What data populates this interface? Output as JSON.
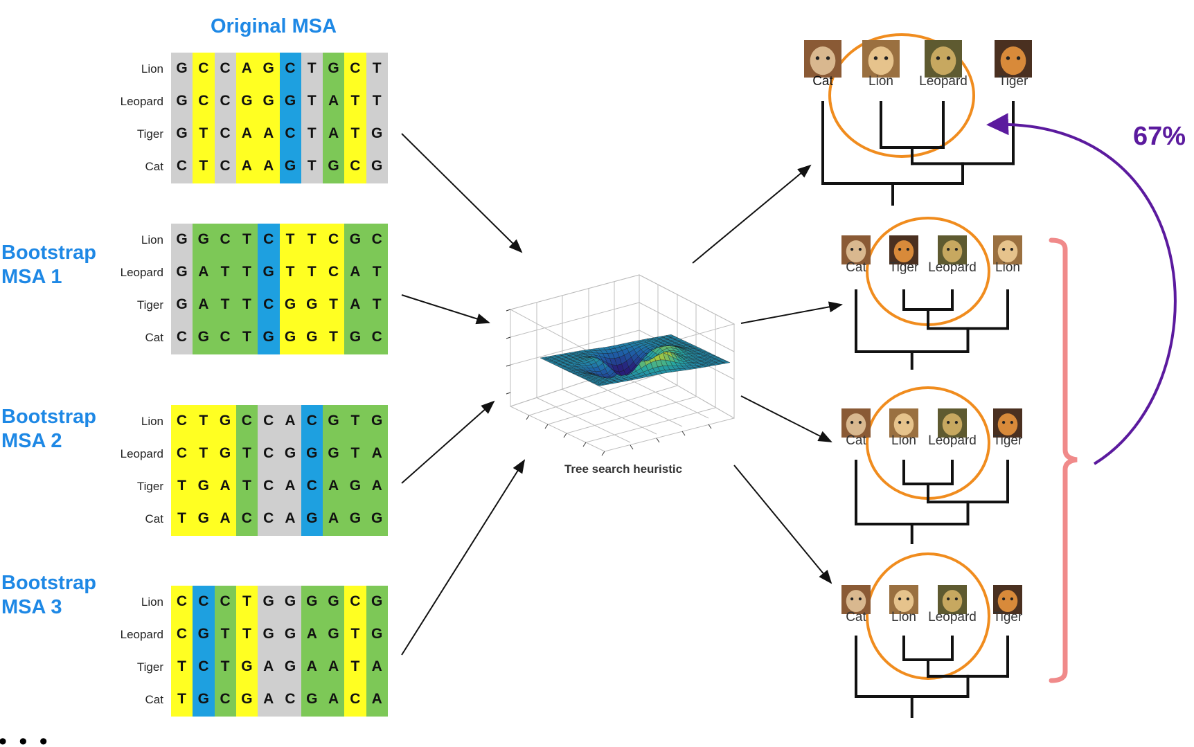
{
  "original_msa_title": "Original MSA",
  "bootstrap_labels": [
    {
      "line1": "Bootstrap",
      "line2": "MSA 1"
    },
    {
      "line1": "Bootstrap",
      "line2": "MSA 2"
    },
    {
      "line1": "Bootstrap",
      "line2": "MSA 3"
    }
  ],
  "colors": {
    "A": "#7dc857",
    "C": "#ffff22",
    "G": "#cfcfcf",
    "T": "#1ea0e0",
    "accent": "#1e88e5",
    "circle": "#f08c1e",
    "brace": "#f08a8a",
    "support_arrow": "#5b1a9e"
  },
  "msa_blocks": [
    {
      "rows": [
        {
          "name": "Lion",
          "seq": "GCCAGCTGCT"
        },
        {
          "name": "Leopard",
          "seq": "GCCGGGTATT"
        },
        {
          "name": "Tiger",
          "seq": "GTCAACTATG"
        },
        {
          "name": "Cat",
          "seq": "CTCAAGTGCG"
        }
      ],
      "columns": "GCGCCTGAC"
    },
    {
      "rows": [
        {
          "name": "Lion",
          "seq": "GGCTCTTCGC"
        },
        {
          "name": "Leopard",
          "seq": "GATTGTTCAT"
        },
        {
          "name": "Tiger",
          "seq": "GATTCGGTAT"
        },
        {
          "name": "Cat",
          "seq": "CGCTGGGTGC"
        }
      ],
      "columns": "GAAATCCCAA"
    },
    {
      "rows": [
        {
          "name": "Lion",
          "seq": "CTGCCACGTG"
        },
        {
          "name": "Leopard",
          "seq": "CTGTCGGGTA"
        },
        {
          "name": "Tiger",
          "seq": "TGATCACAGA"
        },
        {
          "name": "Cat",
          "seq": "TGACCAGAGG"
        }
      ],
      "columns": "CCCAGGTAAA"
    },
    {
      "rows": [
        {
          "name": "Lion",
          "seq": "CCCTGGGGCG"
        },
        {
          "name": "Leopard",
          "seq": "CGTTGGAGTG"
        },
        {
          "name": "Tiger",
          "seq": "TCTGAGAATA"
        },
        {
          "name": "Cat",
          "seq": "TGCGACGACA"
        }
      ],
      "columns": "CTACGGAACA"
    }
  ],
  "heuristic_label": "Tree search heuristic",
  "trees": [
    {
      "species": [
        "Cat",
        "Lion",
        "Leopard",
        "Tiger"
      ]
    },
    {
      "species": [
        "Cat",
        "Tiger",
        "Leopard",
        "Lion"
      ]
    },
    {
      "species": [
        "Cat",
        "Lion",
        "Leopard",
        "Tiger"
      ]
    },
    {
      "species": [
        "Cat",
        "Lion",
        "Leopard",
        "Tiger"
      ]
    }
  ],
  "support_value": "67%",
  "ellipsis": "• • •"
}
